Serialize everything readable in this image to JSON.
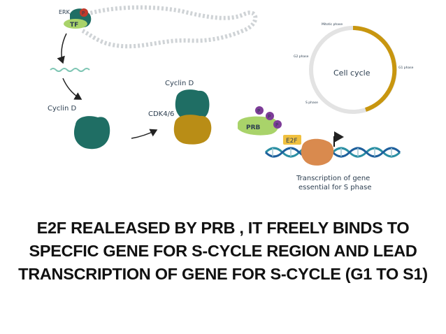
{
  "labels": {
    "erk": "ERK",
    "p": "P",
    "tf": "TF",
    "cyclin_d_left": "Cyclin D",
    "cyclin_d_top": "Cyclin D",
    "cdk": "CDK4/6",
    "prb": "PRB",
    "e2f": "E2F",
    "transcription_line1": "Transcription of gene",
    "transcription_line2": "essential for S phase"
  },
  "cell_cycle": {
    "title": "Cell cycle",
    "phases": {
      "mitotic": "Mitotic phase",
      "g2": "G2 phase",
      "g1": "G1 phase",
      "s": "S phase"
    }
  },
  "caption": {
    "line1": "E2F REALEASED BY PRB , IT FREELY BINDS TO",
    "line2": "SPECFIC GENE FOR S-CYCLE REGION AND LEAD",
    "line3": "TRANSCRIPTION OF GENE FOR S-CYCLE (G1 TO S1)"
  },
  "colors": {
    "teal": "#1f6e64",
    "mustard": "#b98d16",
    "green_tf": "#a9d36a",
    "red_p": "#c0392b",
    "purple_p": "#7d3c98",
    "orange_e2f": "#d98a4e",
    "dna_teal": "#2a8fa3",
    "dna_blue": "#1e5f9c"
  }
}
